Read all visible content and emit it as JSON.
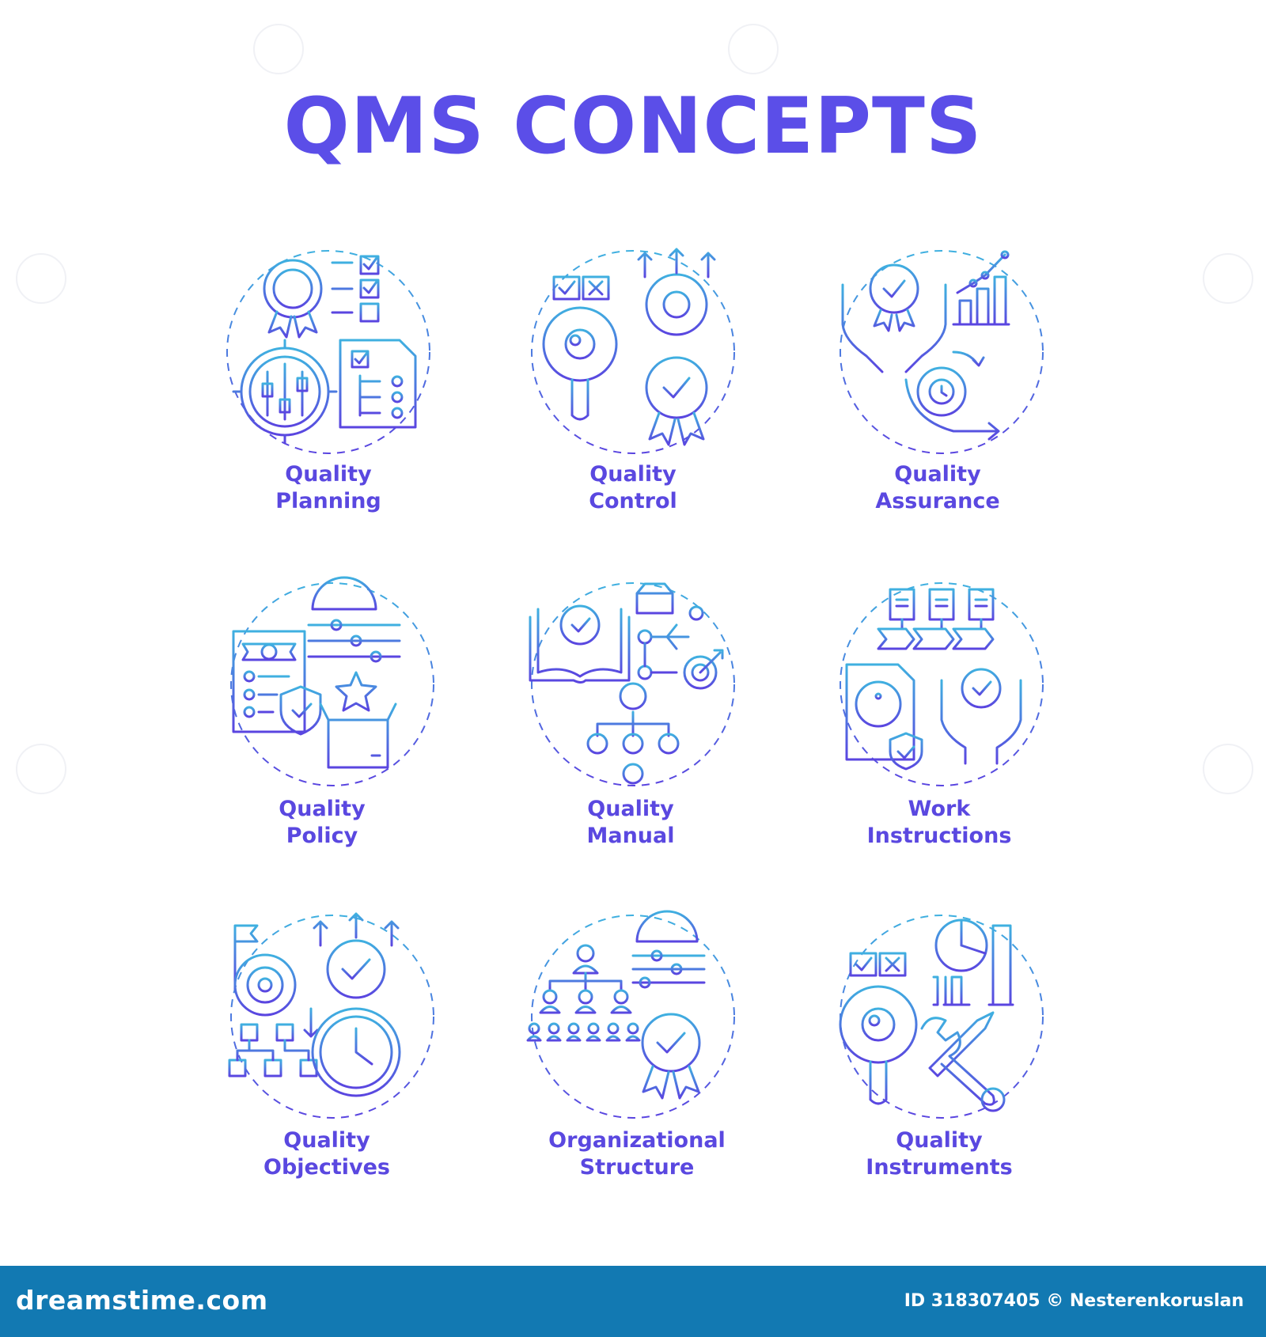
{
  "title": "QMS CONCEPTS",
  "colors": {
    "title": "#5b4ee8",
    "label": "#5a48e0",
    "stroke_top": "#3fb0e0",
    "stroke_bottom": "#5a45e0",
    "footer_bg": "#1279b2"
  },
  "concepts": [
    {
      "line1": "Quality",
      "line2": "Planning",
      "icon": "quality-planning-icon"
    },
    {
      "line1": "Quality",
      "line2": "Control",
      "icon": "quality-control-icon"
    },
    {
      "line1": "Quality",
      "line2": "Assurance",
      "icon": "quality-assurance-icon"
    },
    {
      "line1": "Quality",
      "line2": "Policy",
      "icon": "quality-policy-icon"
    },
    {
      "line1": "Quality",
      "line2": "Manual",
      "icon": "quality-manual-icon"
    },
    {
      "line1": "Work",
      "line2": "Instructions",
      "icon": "work-instructions-icon"
    },
    {
      "line1": "Quality",
      "line2": "Objectives",
      "icon": "quality-objectives-icon"
    },
    {
      "line1": "Organizational",
      "line2": "Structure",
      "icon": "organizational-structure-icon"
    },
    {
      "line1": "Quality",
      "line2": "Instruments",
      "icon": "quality-instruments-icon"
    }
  ],
  "footer": {
    "brand": "dreamstime.com",
    "credit": "ID 318307405 © Nesterenkoruslan"
  }
}
